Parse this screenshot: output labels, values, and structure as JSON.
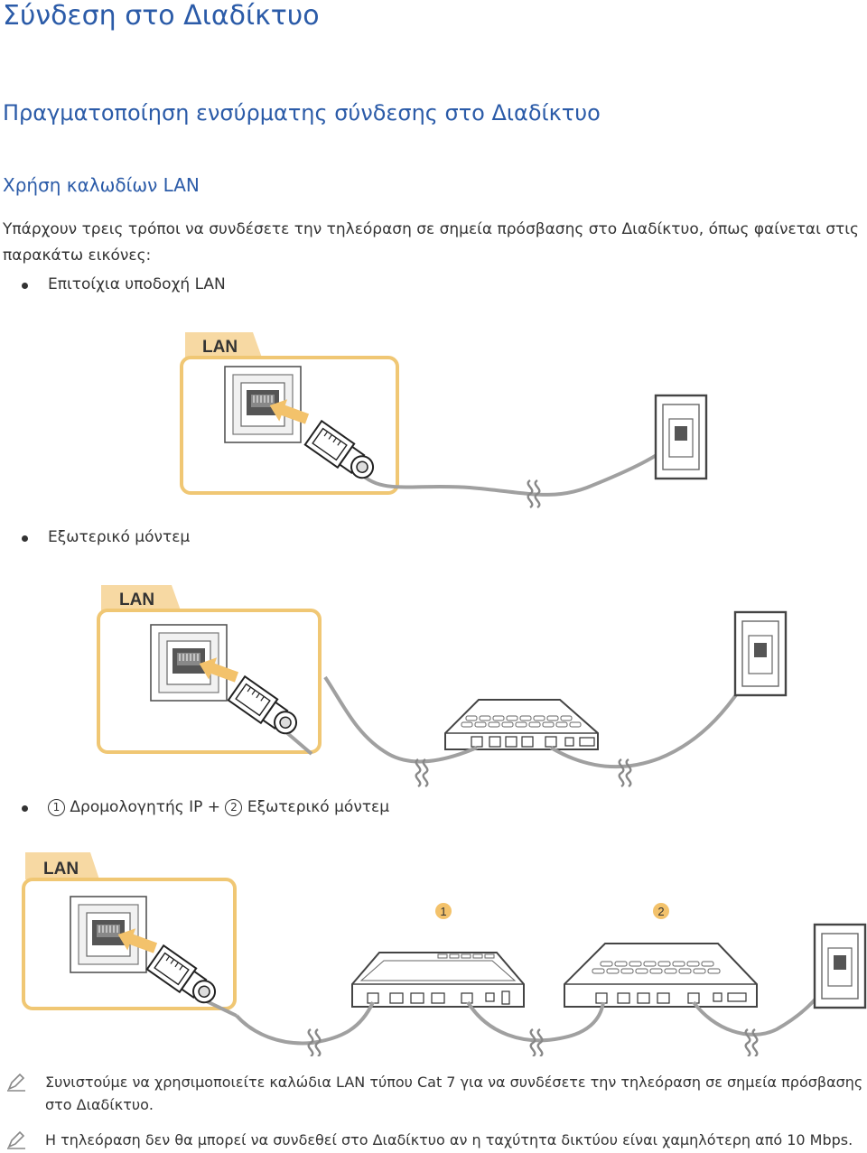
{
  "title": "Σύνδεση στο Διαδίκτυο",
  "section": "Πραγματοποίηση ενσύρματης σύνδεσης στο Διαδίκτυο",
  "subsection": "Χρήση καλωδίων LAN",
  "intro": "Υπάρχουν τρεις τρόποι να συνδέσετε την τηλεόραση σε σημεία πρόσβασης στο Διαδίκτυο, όπως φαίνεται στις παρακάτω εικόνες:",
  "bullets": {
    "wall": "Επιτοίχια υποδοχή LAN",
    "modem": "Εξωτερικό μόντεμ",
    "router_num": "1",
    "router": "Δρομολογητής IP + ",
    "modem2_num": "2",
    "modem2": "Εξωτερικό μόντεμ"
  },
  "diagram_labels": {
    "lan1": "LAN",
    "lan2": "LAN",
    "lan3": "LAN",
    "marker1": "1",
    "marker2": "2"
  },
  "notes": [
    "Συνιστούμε να χρησιμοποιείτε καλώδια LAN τύπου Cat 7 για να συνδέσετε την τηλεόραση σε σημεία πρόσβασης στο Διαδίκτυο.",
    "Η τηλεόραση δεν θα μπορεί να συνδεθεί στο Διαδίκτυο αν η ταχύτητα δικτύου είναι χαμηλότερη από 10 Mbps."
  ],
  "colors": {
    "heading": "#2b5ba8",
    "tab_fill": "#f7d9a3",
    "frame": "#f0c774",
    "cable": "#a0a0a0"
  },
  "icons": [
    "note-pencil-icon",
    "lan-port-icon",
    "rj45-plug-icon",
    "wall-socket-icon",
    "router-icon",
    "modem-icon",
    "cable-break-icon"
  ]
}
